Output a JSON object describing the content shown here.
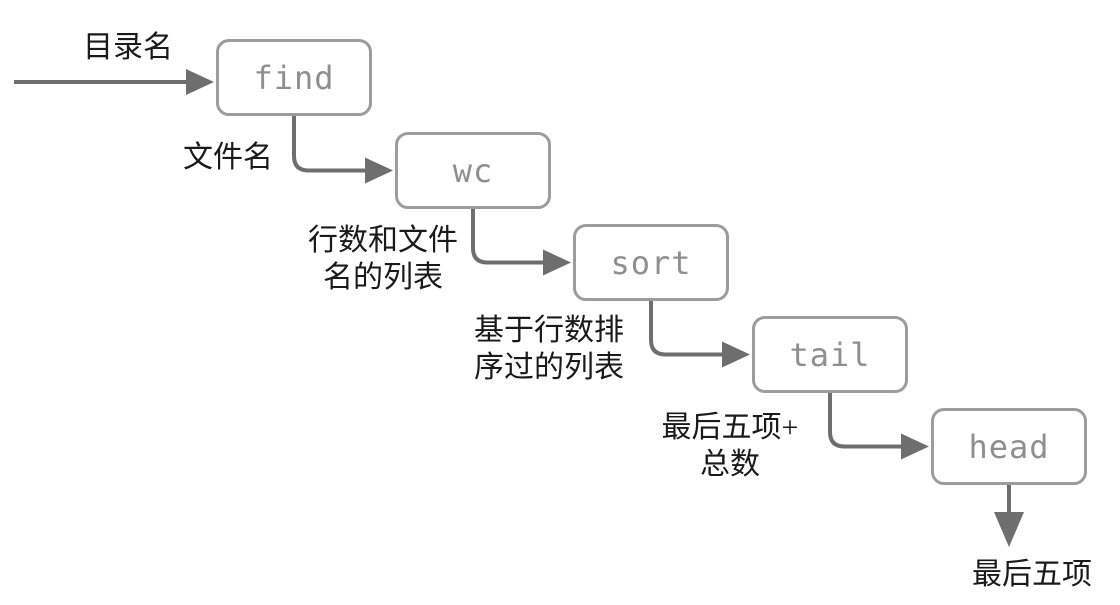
{
  "diagram": {
    "type": "pipeline-flow",
    "nodes": [
      {
        "id": "find",
        "label": "find"
      },
      {
        "id": "wc",
        "label": "wc"
      },
      {
        "id": "sort",
        "label": "sort"
      },
      {
        "id": "tail",
        "label": "tail"
      },
      {
        "id": "head",
        "label": "head"
      }
    ],
    "edge_labels": [
      {
        "edge": "input-to-find",
        "lines": [
          "目录名"
        ]
      },
      {
        "edge": "find-to-wc",
        "lines": [
          "文件名"
        ]
      },
      {
        "edge": "wc-to-sort",
        "lines": [
          "行数和文件",
          "名的列表"
        ]
      },
      {
        "edge": "sort-to-tail",
        "lines": [
          "基于行数排",
          "序过的列表"
        ]
      },
      {
        "edge": "tail-to-head",
        "lines": [
          "最后五项+",
          "总数"
        ]
      },
      {
        "edge": "head-to-output",
        "lines": [
          "最后五项"
        ]
      }
    ],
    "colors": {
      "box_border": "#9c9c9c",
      "box_text": "#8f8f8f",
      "arrow": "#6e6e6e",
      "label_text": "#1a1a1a",
      "background": "#ffffff"
    }
  }
}
